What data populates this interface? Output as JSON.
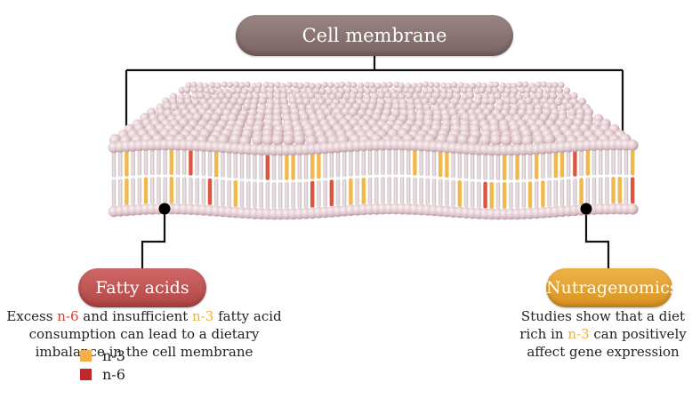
{
  "title": "Cell membrane",
  "left_box": {
    "label": "Fatty acids",
    "desc_parts": [
      {
        "text": "Excess ",
        "hl": ""
      },
      {
        "text": "n-6",
        "hl": "n6"
      },
      {
        "text": " and insufficient ",
        "hl": ""
      },
      {
        "text": "n-3",
        "hl": "n3"
      },
      {
        "text": " fatty acid consumption can lead to a dietary imbalance in the cell membrane",
        "hl": ""
      }
    ]
  },
  "right_box": {
    "label": "Nutragenomics",
    "desc_parts": [
      {
        "text": "Studies show that a diet rich in ",
        "hl": ""
      },
      {
        "text": "n-3",
        "hl": "n3"
      },
      {
        "text": " can positively affect gene expression",
        "hl": ""
      }
    ]
  },
  "legend": [
    {
      "label": "n-3",
      "color": "#f3b04a"
    },
    {
      "label": "n-6",
      "color": "#c2272d"
    }
  ],
  "colors": {
    "title_pill": "#8b7474",
    "fatty_pill": "#c15757",
    "nutri_pill": "#e6a434",
    "n3": "#f0b03a",
    "n6": "#d9422c",
    "lipid_head": "#e4cdd2"
  }
}
